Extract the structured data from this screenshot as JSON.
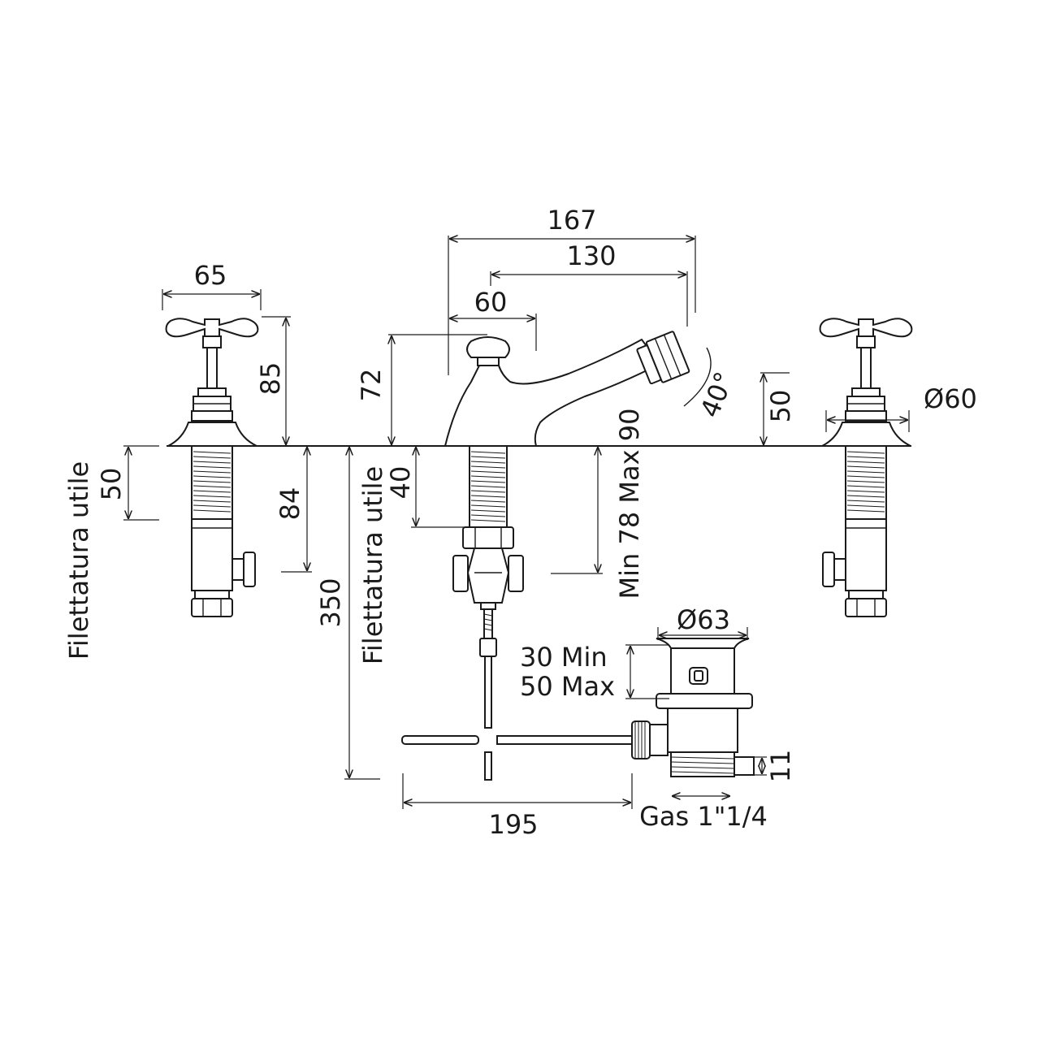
{
  "dimensions": {
    "d167": "167",
    "d130": "130",
    "d60": "60",
    "d65": "65",
    "d85": "85",
    "d72": "72",
    "d50_spout": "50",
    "d40_angle": "40°",
    "d60_dia": "Ø60",
    "d50_thread": "50",
    "d84": "84",
    "d350": "350",
    "d40": "40",
    "d_min_max": "Min 78 Max 90",
    "d63_dia": "Ø63",
    "d30_min": "30 Min",
    "d50_max": "50 Max",
    "d11": "11",
    "d195": "195",
    "gas": "Gas 1\"1/4"
  },
  "labels": {
    "filettatura_left": "Filettatura  utile",
    "filettatura_center": "Filettatura  utile"
  },
  "colors": {
    "line": "#1a1a1a",
    "background": "#ffffff"
  }
}
